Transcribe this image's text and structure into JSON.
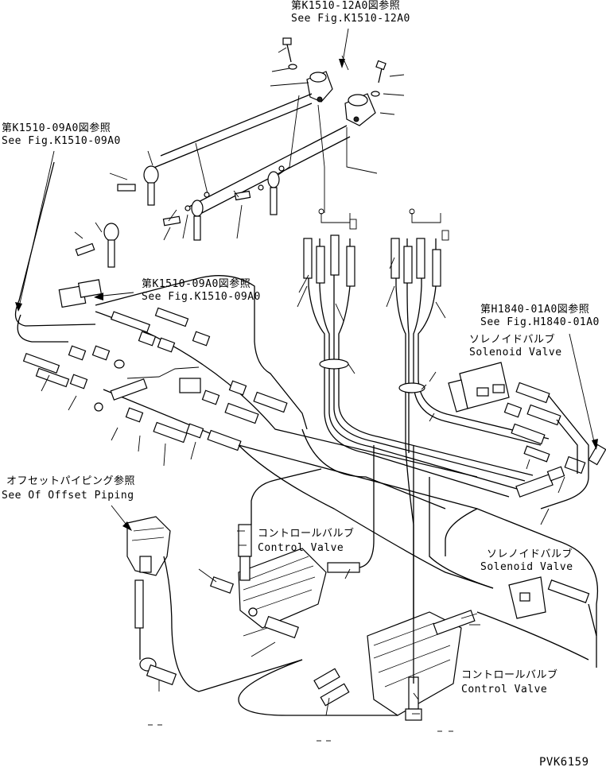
{
  "labels": {
    "ref_top_jp": "第K1510-12A0図参照",
    "ref_top_en": "See Fig.K1510-12A0",
    "ref_left_jp": "第K1510-09A0図参照",
    "ref_left_en": "See Fig.K1510-09A0",
    "ref_mid_jp": "第K1510-09A0図参照",
    "ref_mid_en": "See Fig.K1510-09A0",
    "ref_right_jp": "第H1840-01A0図参照",
    "ref_right_en": "See Fig.H1840-01A0",
    "solenoid1_jp": "ソレノイドバルブ",
    "solenoid1_en": "Solenoid Valve",
    "offset_jp": "オフセットパイピング参照",
    "offset_en": "See Of Offset Piping",
    "control1_jp": "コントロールバルブ",
    "control1_en": "Control Valve",
    "solenoid2_jp": "ソレノイドバルブ",
    "solenoid2_en": "Solenoid Valve",
    "control2_jp": "コントロールバルブ",
    "control2_en": "Control Valve",
    "drawing_id": "PVK6159"
  }
}
